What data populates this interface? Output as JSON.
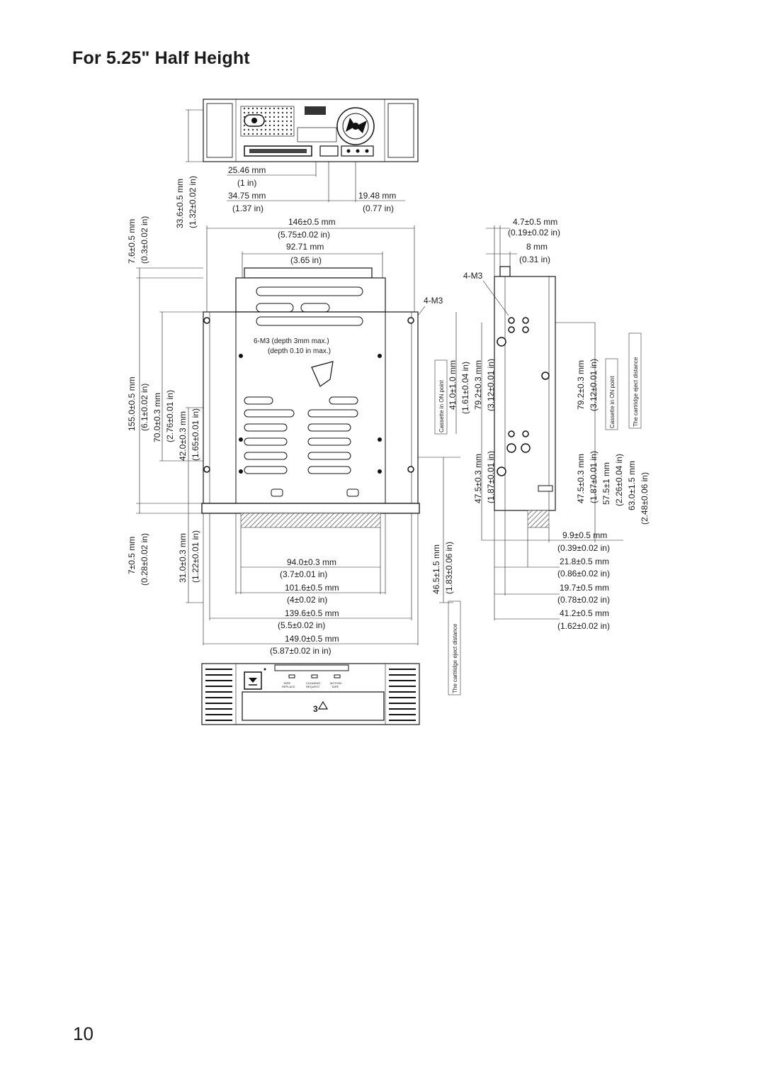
{
  "title": "For  5.25\"  Half Height",
  "page_number": "10",
  "rear_view": {
    "dim_connector_1_mm": "25.46 mm",
    "dim_connector_1_in": "(1 in)",
    "dim_connector_2_mm": "34.75 mm",
    "dim_connector_2_in": "(1.37 in)",
    "dim_connector_3_mm": "19.48 mm",
    "dim_connector_3_in": "(0.77 in)",
    "dim_height_mm": "33.6±0.5 mm",
    "dim_height_in": "(1.32±0.02 in)"
  },
  "top_view": {
    "dim_width_mm": "146±0.5 mm",
    "dim_width_in": "(5.75±0.02 in)",
    "dim_inner_mm": "92.71 mm",
    "dim_inner_in": "(3.65 in)",
    "screw_label": "4-M3",
    "bottom_screw_label": "6-M3 (depth 3mm max.)",
    "bottom_screw_label_in": "(depth 0.10 in max.)",
    "dim_7_6_mm": "7.6±0.5 mm",
    "dim_7_6_in": "(0.3±0.02 in)",
    "dim_155_mm": "155.0±0.5 mm",
    "dim_155_in": "(6.1±0.02 in)",
    "dim_70_mm": "70.0±0.3 mm",
    "dim_70_in": "(2.76±0.01 in)",
    "dim_42_mm": "42.0±0.3 mm",
    "dim_42_in": "(1.65±0.01 in)",
    "dim_7_mm": "7±0.5 mm",
    "dim_7_in": "(0.28±0.02 in)",
    "dim_31_mm": "31.0±0.3 mm",
    "dim_31_in": "(1.22±0.01 in)",
    "dim_94_mm": "94.0±0.3 mm",
    "dim_94_in": "(3.7±0.01 in)",
    "dim_101_mm": "101.6±0.5 mm",
    "dim_101_in": "(4±0.02 in)",
    "dim_139_mm": "139.6±0.5 mm",
    "dim_139_in": "(5.5±0.02 in)",
    "dim_149_mm": "149.0±0.5 mm",
    "dim_149_in": "(5.87±0.02 in in)",
    "dim_46_mm": "46.5±1.5 mm",
    "dim_46_in": "(1.83±0.06 in)",
    "eject_label": "The cartridge eject distance",
    "cassette_label": "Cassette in ON point",
    "dim_41_mm": "41.0±1.0 mm",
    "dim_41_in": "(1.61±0.04 in)",
    "dim_79_mm": "79.2±0.3 mm",
    "dim_79_in": "(3.12±0.01 in)",
    "dim_47_mm": "47.5±0.3 mm",
    "dim_47_in": "(1.87±0.01 in)"
  },
  "side_view": {
    "dim_4_7_mm": "4.7±0.5 mm",
    "dim_4_7_in": "(0.19±0.02 in)",
    "dim_8_mm": "8 mm",
    "dim_8_in": "(0.31 in)",
    "screw_label": "4-M3",
    "dim_79_mm": "79.2±0.3 mm",
    "dim_79_in": "(3.12±0.01 in)",
    "dim_47_mm": "47.5±0.3 mm",
    "dim_47_in": "(1.87±0.01 in)",
    "dim_57_mm": "57.5±1 mm",
    "dim_57_in": "(2.26±0.04 in)",
    "dim_63_mm": "63.0±1.5 mm",
    "dim_63_in": "(2.48±0.06 in)",
    "cassette_label": "Cassette in ON point",
    "eject_label": "The cartridge eject distance",
    "dim_9_9_mm": "9.9±0.5 mm",
    "dim_9_9_in": "(0.39±0.02 in)",
    "dim_21_8_mm": "21.8±0.5 mm",
    "dim_21_8_in": "(0.86±0.02 in)",
    "dim_19_7_mm": "19.7±0.5 mm",
    "dim_19_7_in": "(0.78±0.02 in)",
    "dim_41_2_mm": "41.2±0.5 mm",
    "dim_41_2_in": "(1.62±0.02 in)"
  },
  "front_view": {
    "led_labels": [
      "TAPE\nREPLACE",
      "CLEANING\nREQUEST",
      "MOTION\nTAPE"
    ]
  }
}
